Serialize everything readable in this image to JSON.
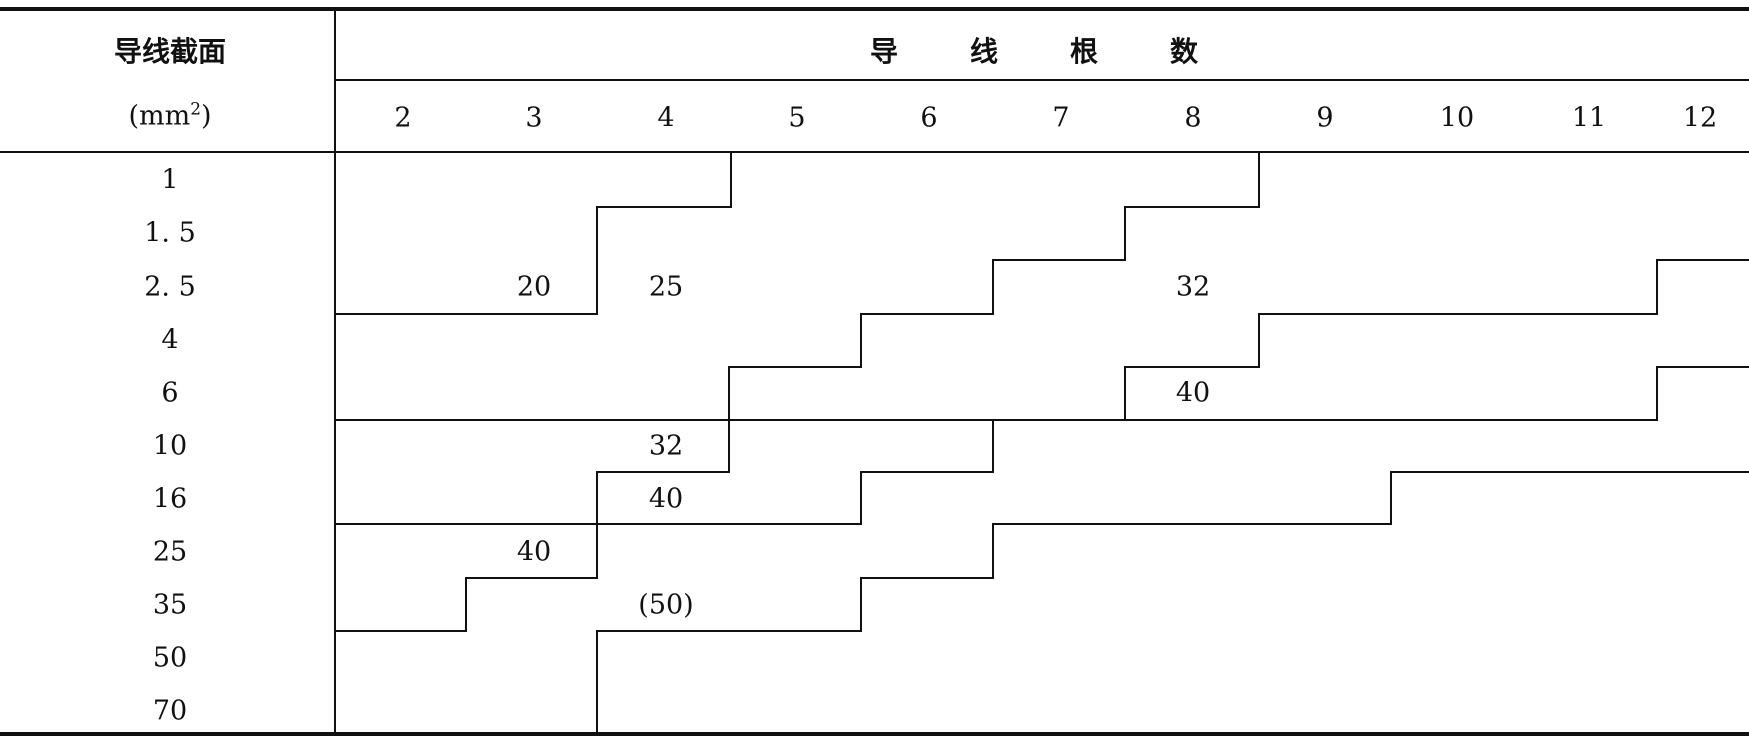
{
  "table": {
    "header_left_line1": "导线截面",
    "header_left_line2_pre": "(mm",
    "header_left_sup": "2",
    "header_left_line2_post": ")",
    "header_group_chars": [
      "导",
      "线",
      "根",
      "数"
    ],
    "columns": [
      "2",
      "3",
      "4",
      "5",
      "6",
      "7",
      "8",
      "9",
      "10",
      "11",
      "12"
    ],
    "rows": [
      "1",
      "1. 5",
      "2. 5",
      "4",
      "6",
      "10",
      "16",
      "25",
      "35",
      "50",
      "70"
    ],
    "cell_values": [
      {
        "row": 2,
        "col": 1,
        "text": "20"
      },
      {
        "row": 2,
        "col": 2,
        "text": "25"
      },
      {
        "row": 2,
        "col": 6,
        "text": "32"
      },
      {
        "row": 4,
        "col": 6,
        "text": "40"
      },
      {
        "row": 5,
        "col": 2,
        "text": "32"
      },
      {
        "row": 6,
        "col": 2,
        "text": "40"
      },
      {
        "row": 7,
        "col": 1,
        "text": "40"
      },
      {
        "row": 8,
        "col": 2,
        "text": "(50)"
      }
    ]
  }
}
